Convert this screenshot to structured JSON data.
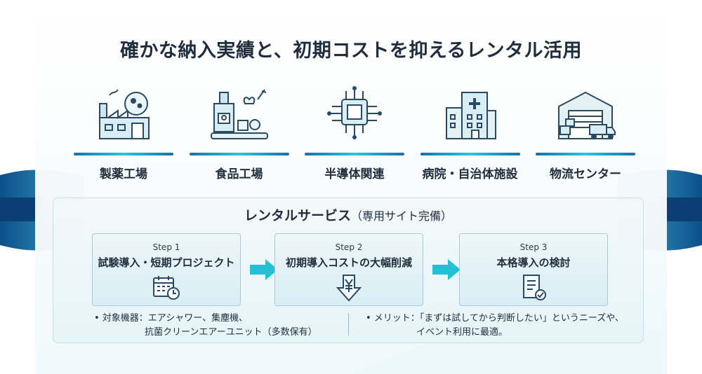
{
  "title": "確かな納入実績と、初期コストを抑えるレンタル活用",
  "industries": [
    {
      "label": "製薬工場",
      "icon": "pharma-factory-icon"
    },
    {
      "label": "食品工場",
      "icon": "food-factory-icon"
    },
    {
      "label": "半導体関連",
      "icon": "semiconductor-chip-icon"
    },
    {
      "label": "病院・自治体施設",
      "icon": "hospital-building-icon"
    },
    {
      "label": "物流センター",
      "icon": "logistics-warehouse-icon"
    }
  ],
  "service": {
    "title": "レンタルサービス",
    "subtitle": "（専用サイト完備）",
    "steps": [
      {
        "step": "Step 1",
        "name": "試験導入・短期プロジェクト",
        "icon": "calendar-clock-icon"
      },
      {
        "step": "Step 2",
        "name": "初期導入コストの大幅削減",
        "icon": "yen-down-arrow-icon"
      },
      {
        "step": "Step 3",
        "name": "本格導入の検討",
        "icon": "document-check-icon"
      }
    ],
    "notes": {
      "left_line1": "• 対象機器：エアシャワー、集塵機、",
      "left_line2": "抗菌クリーンエアーユニット（多数保有）",
      "right_line1": "• メリット：「まずは試してから判断したい」というニーズや、",
      "right_line2": "イベント利用に最適。"
    }
  },
  "colors": {
    "accent_cyan": "#2cc6d8",
    "navy": "#1f2d3d",
    "deep_blue": "#0d4f8b"
  }
}
